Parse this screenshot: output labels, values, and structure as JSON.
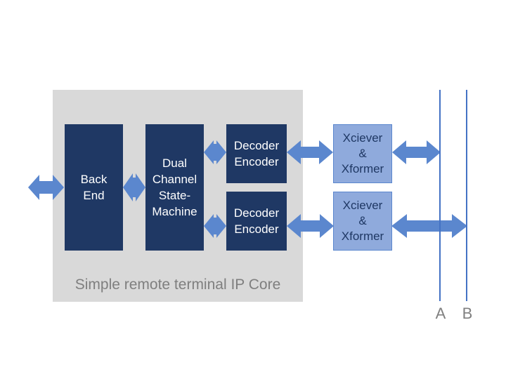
{
  "diagram": {
    "container_label": "Simple remote terminal IP Core",
    "blocks": {
      "back_end": "Back\nEnd",
      "dual_channel": "Dual\nChannel\nState-\nMachine",
      "decoder_top": "Decoder\nEncoder",
      "decoder_bottom": "Decoder\nEncoder",
      "xciever_top": "Xciever\n&\nXformer",
      "xciever_bottom": "Xciever\n&\nXformer"
    },
    "bus_labels": {
      "a": "A",
      "b": "B"
    },
    "connections": [
      {
        "from": "external-left",
        "to": "back-end",
        "type": "bidirectional-arrow"
      },
      {
        "from": "back-end",
        "to": "dual-channel-state-machine",
        "type": "bidirectional-arrow"
      },
      {
        "from": "dual-channel-state-machine",
        "to": "decoder-encoder-top",
        "type": "bidirectional-arrow"
      },
      {
        "from": "dual-channel-state-machine",
        "to": "decoder-encoder-bottom",
        "type": "bidirectional-arrow"
      },
      {
        "from": "decoder-encoder-top",
        "to": "xciever-xformer-top",
        "type": "bidirectional-arrow"
      },
      {
        "from": "decoder-encoder-bottom",
        "to": "xciever-xformer-bottom",
        "type": "bidirectional-arrow"
      },
      {
        "from": "xciever-xformer-top",
        "to": "bus-a",
        "type": "bidirectional-arrow"
      },
      {
        "from": "xciever-xformer-bottom",
        "to": "bus-b",
        "type": "bidirectional-arrow"
      }
    ],
    "colors": {
      "container_fill": "#D9D9D9",
      "block_dark_fill": "#1F3864",
      "block_light_fill": "#8FAADC",
      "arrow_fill": "#5B87CE",
      "bus_line": "#4472C4",
      "gray_text": "#7F7F7F",
      "light_text": "#FFFFFF"
    }
  }
}
